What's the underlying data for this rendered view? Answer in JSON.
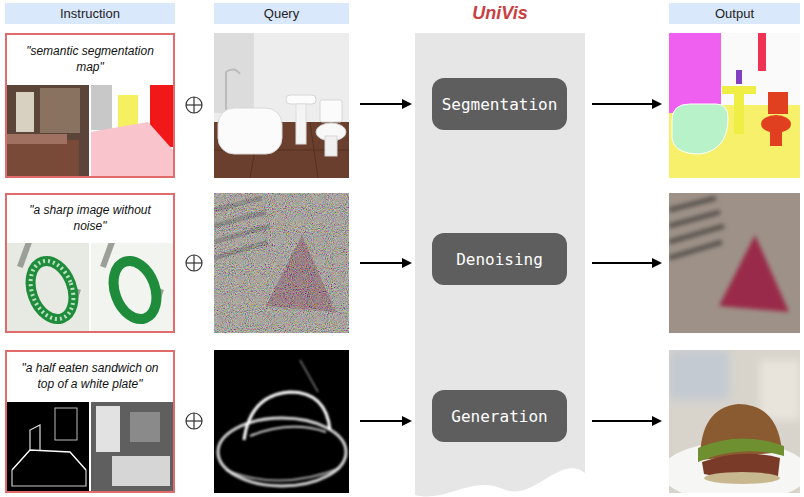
{
  "diagram": {
    "nodes": [
      {
        "text": [
          "Instruction"
        ]
      },
      {
        "text": [
          "Query"
        ]
      },
      {
        "text": [
          "UniVis"
        ]
      },
      {
        "text": [
          "Output"
        ]
      },
      {
        "text": [
          "\"semantic segmentation map\""
        ]
      },
      {
        "text": [
          "Segmentation"
        ],
        "in": 2
      },
      {
        "text": [
          "\"a sharp image without noise\""
        ]
      },
      {
        "text": [
          "Denoising"
        ],
        "in": 2
      },
      {
        "text": [
          "\"a half eaten sandwich on top of a white plate\""
        ]
      },
      {
        "text": [
          "Generation"
        ],
        "in": 2
      }
    ]
  }
}
